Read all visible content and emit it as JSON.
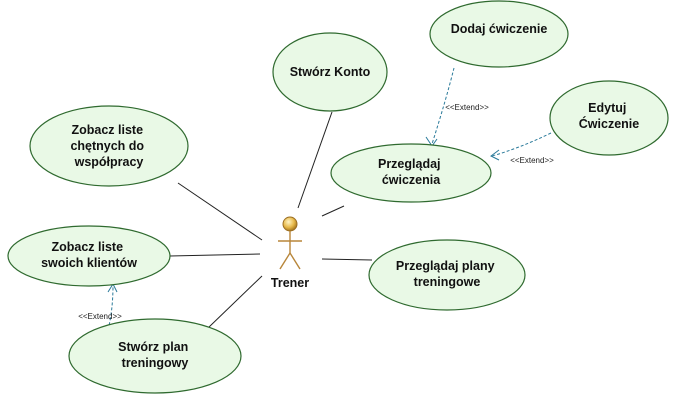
{
  "actor": {
    "name": "Trener"
  },
  "use_cases": {
    "stworz_konto": [
      "Stwórz Konto"
    ],
    "dodaj_cwiczenie": [
      "Dodaj ćwiczenie"
    ],
    "edytuj_cwiczenie": [
      "Edytuj",
      "Ćwiczenie"
    ],
    "przegladaj_cwiczenia": [
      "Przeglądaj",
      "ćwiczenia"
    ],
    "zobacz_chetnych": [
      "Zobacz liste",
      "chętnych do",
      "współpracy"
    ],
    "zobacz_klientow": [
      "Zobacz liste",
      "swoich klientów"
    ],
    "przegladaj_plany": [
      "Przeglądaj plany",
      "treningowe"
    ],
    "stworz_plan": [
      "Stwórz plan",
      "treningowy"
    ]
  },
  "relations": {
    "extend_label": "<<Extend>>"
  },
  "colors": {
    "use_case_fill": "#e9f9e6",
    "use_case_stroke": "#2f6a2f",
    "extend_line": "#2a7a9a",
    "actor": "#b8863a"
  }
}
